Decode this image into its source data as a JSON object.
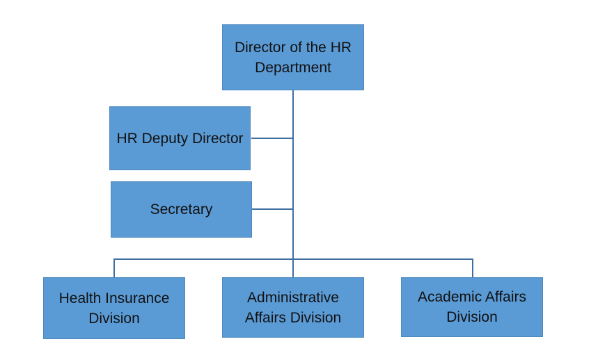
{
  "org_chart": {
    "director": "Director of the HR Department",
    "staff": [
      "HR Deputy Director",
      "Secretary"
    ],
    "divisions": [
      "Health Insurance Division",
      "Administrative Affairs Division",
      "Academic Affairs Division"
    ]
  },
  "colors": {
    "box_fill": "#5b9bd5",
    "connector": "#3f6ea3",
    "text": "#111111"
  }
}
